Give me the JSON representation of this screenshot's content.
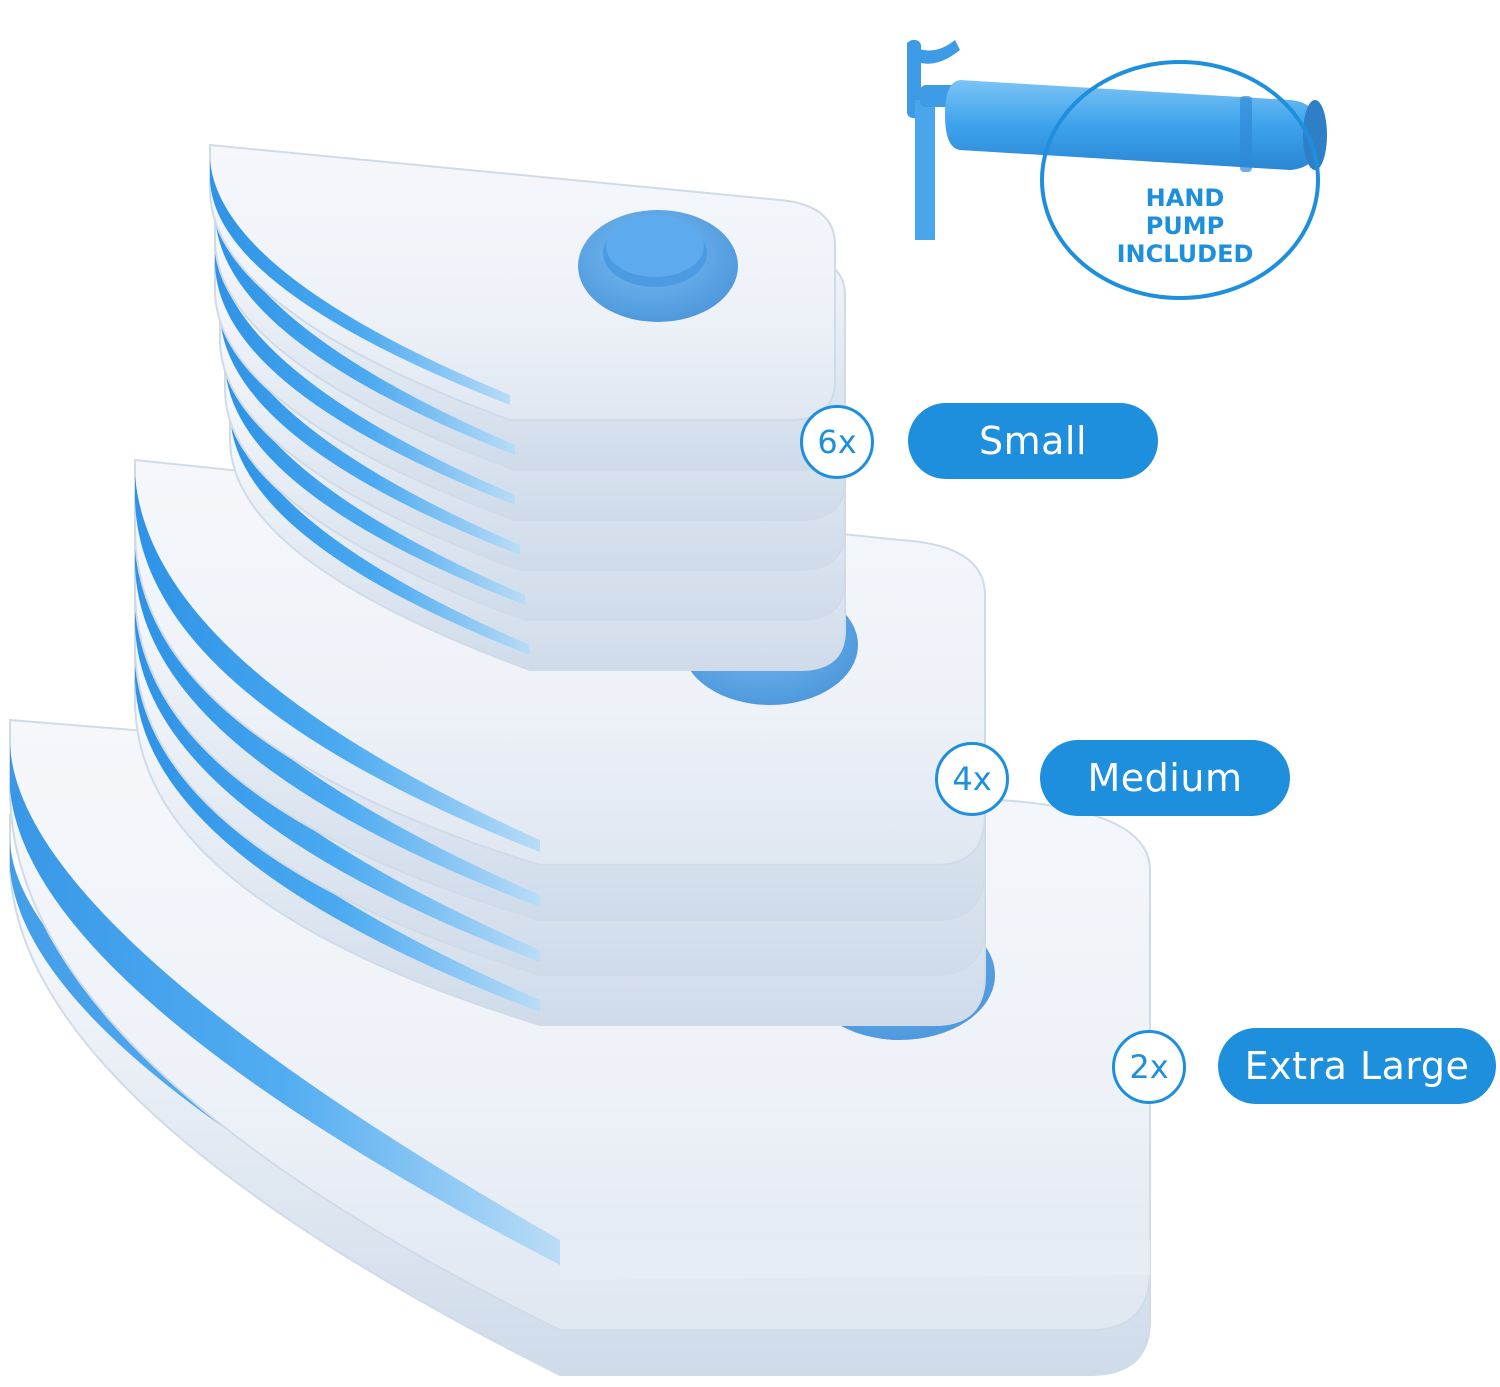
{
  "pump": {
    "lines": [
      "HAND",
      "PUMP",
      "INCLUDED"
    ]
  },
  "sizes": [
    {
      "count": "6x",
      "label": "Small"
    },
    {
      "count": "4x",
      "label": "Medium"
    },
    {
      "count": "2x",
      "label": "Extra Large"
    }
  ],
  "colors": {
    "accent": "#1e8fdc",
    "bag_white": "#f6f8fb",
    "bag_edge": "#d9e3ef",
    "bag_blue": "#3a9ee8",
    "valve": "#5aa8ec",
    "valve_dark": "#3f8fd8"
  },
  "icons": [
    "hand-pump-icon",
    "vacuum-valve-icon"
  ]
}
